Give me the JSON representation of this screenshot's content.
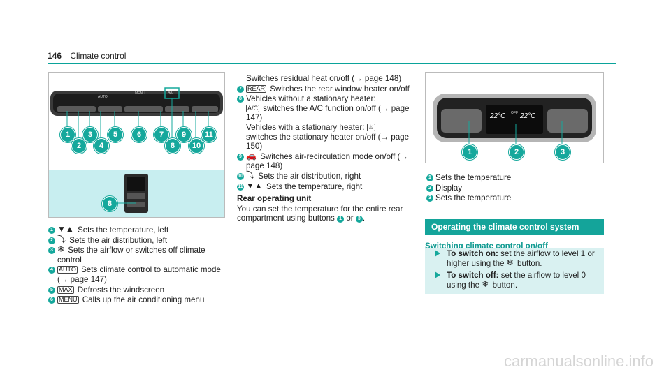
{
  "header": {
    "page_number": "146",
    "section": "Climate control"
  },
  "figure1": {
    "panel_labels": [
      "AUTO",
      "MENU",
      "A/C"
    ],
    "callouts": [
      "1",
      "2",
      "3",
      "4",
      "5",
      "6",
      "7",
      "8",
      "9",
      "10",
      "11"
    ],
    "callout_lower": "8"
  },
  "left_list": [
    {
      "n": "1",
      "icon": "▼▲",
      "text": "Sets the temperature, left"
    },
    {
      "n": "2",
      "icon": "⤵",
      "text": "Sets the air distribution, left"
    },
    {
      "n": "3",
      "icon": "❄",
      "text": "Sets the airflow or switches off climate control"
    },
    {
      "n": "4",
      "icon": "AUTO",
      "text": "Sets climate control to automatic mode (→ page 147)"
    },
    {
      "n": "5",
      "icon": "MAX",
      "text": "Defrosts the windscreen"
    },
    {
      "n": "6",
      "icon": "MENU",
      "text": "Calls up the air conditioning menu"
    }
  ],
  "middle": {
    "intro": "Switches residual heat on/off (→ page 148)",
    "item7": {
      "n": "7",
      "icon": "REAR",
      "text": "Switches the rear window heater on/off"
    },
    "item8": {
      "n": "8",
      "line1": "Vehicles without a stationary heater:",
      "icon_ac": "A/C",
      "line2": "switches the A/C function on/off (→ page 147)",
      "line3": "Vehicles with a stationary heater:",
      "icon_heat": "♨",
      "line4": "switches the stationary heater on/off (→ page 150)"
    },
    "item9": {
      "n": "9",
      "icon": "🚗",
      "text": "Switches air-recirculation mode on/off (→ page 148)"
    },
    "item10": {
      "n": "10",
      "icon": "⤵",
      "text": "Sets the air distribution, right"
    },
    "item11": {
      "n": "11",
      "icon": "▼▲",
      "text": "Sets the temperature, right"
    },
    "rear_heading": "Rear operating unit",
    "rear_text_a": "You can set the temperature for the entire rear compartment using buttons",
    "rear_n1": "1",
    "rear_or": "or",
    "rear_n3": "3",
    "rear_end": "."
  },
  "figure2": {
    "display_left": "22°C",
    "display_off": "OFF",
    "display_right": "22°C",
    "callouts": [
      "1",
      "2",
      "3"
    ]
  },
  "right_list": [
    {
      "n": "1",
      "text": "Sets the temperature"
    },
    {
      "n": "2",
      "text": "Display"
    },
    {
      "n": "3",
      "text": "Sets the temperature"
    }
  ],
  "section_title": "Operating the climate control system",
  "subsection_title": "Switching climate control on/off",
  "actions": [
    {
      "bold": "To switch on:",
      "text_a": "set the airflow to level 1 or higher using the",
      "icon": "❄",
      "text_b": "button."
    },
    {
      "bold": "To switch off:",
      "text_a": "set the airflow to level 0 using the",
      "icon": "❄",
      "text_b": "button."
    }
  ],
  "watermark": "carmanualsonline.info"
}
